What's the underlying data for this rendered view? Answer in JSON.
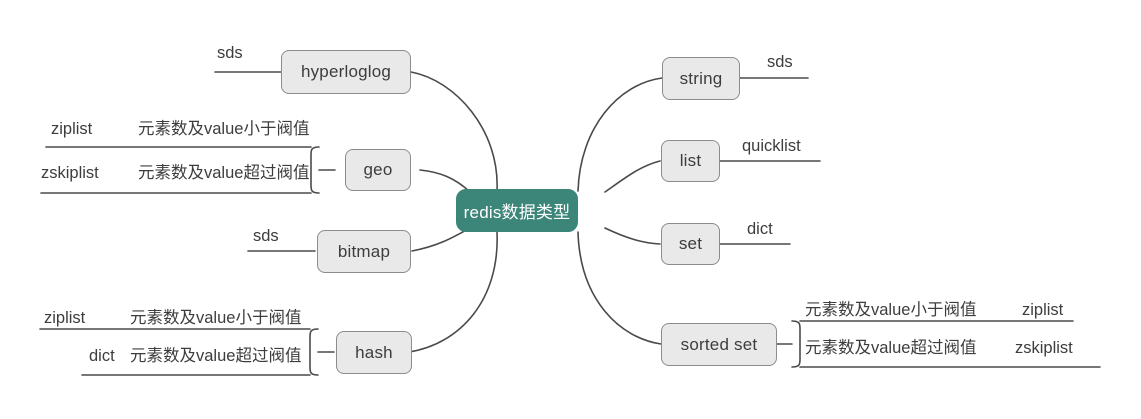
{
  "diagram": {
    "type": "mind-map",
    "title": "redis数据类型",
    "colors": {
      "root_fill": "#3c8579",
      "root_text": "#ffffff",
      "node_fill": "#e9e9e9",
      "node_border": "#8c8c8c",
      "text": "#3d3d3d",
      "line": "#4a4a4a",
      "background": "#ffffff"
    },
    "root": {
      "label": "redis数据类型"
    },
    "left_branches": [
      {
        "id": "hyperloglog",
        "label": "hyperloglog",
        "leaves": [
          {
            "label": "sds"
          }
        ]
      },
      {
        "id": "geo",
        "label": "geo",
        "leaves": [
          {
            "label": "ziplist",
            "detail": "元素数及value小于阀值"
          },
          {
            "label": "zskiplist",
            "detail": "元素数及value超过阀值"
          }
        ]
      },
      {
        "id": "bitmap",
        "label": "bitmap",
        "leaves": [
          {
            "label": "sds"
          }
        ]
      },
      {
        "id": "hash",
        "label": "hash",
        "leaves": [
          {
            "label": "ziplist",
            "detail": "元素数及value小于阀值"
          },
          {
            "label": "dict",
            "detail": "元素数及value超过阀值"
          }
        ]
      }
    ],
    "right_branches": [
      {
        "id": "string",
        "label": "string",
        "leaves": [
          {
            "label": "sds"
          }
        ]
      },
      {
        "id": "list",
        "label": "list",
        "leaves": [
          {
            "label": "quicklist"
          }
        ]
      },
      {
        "id": "set",
        "label": "set",
        "leaves": [
          {
            "label": "dict"
          }
        ]
      },
      {
        "id": "sorted-set",
        "label": "sorted set",
        "leaves": [
          {
            "detail": "元素数及value小于阀值",
            "label": "ziplist"
          },
          {
            "detail": "元素数及value超过阀值",
            "label": "zskiplist"
          }
        ]
      }
    ]
  }
}
